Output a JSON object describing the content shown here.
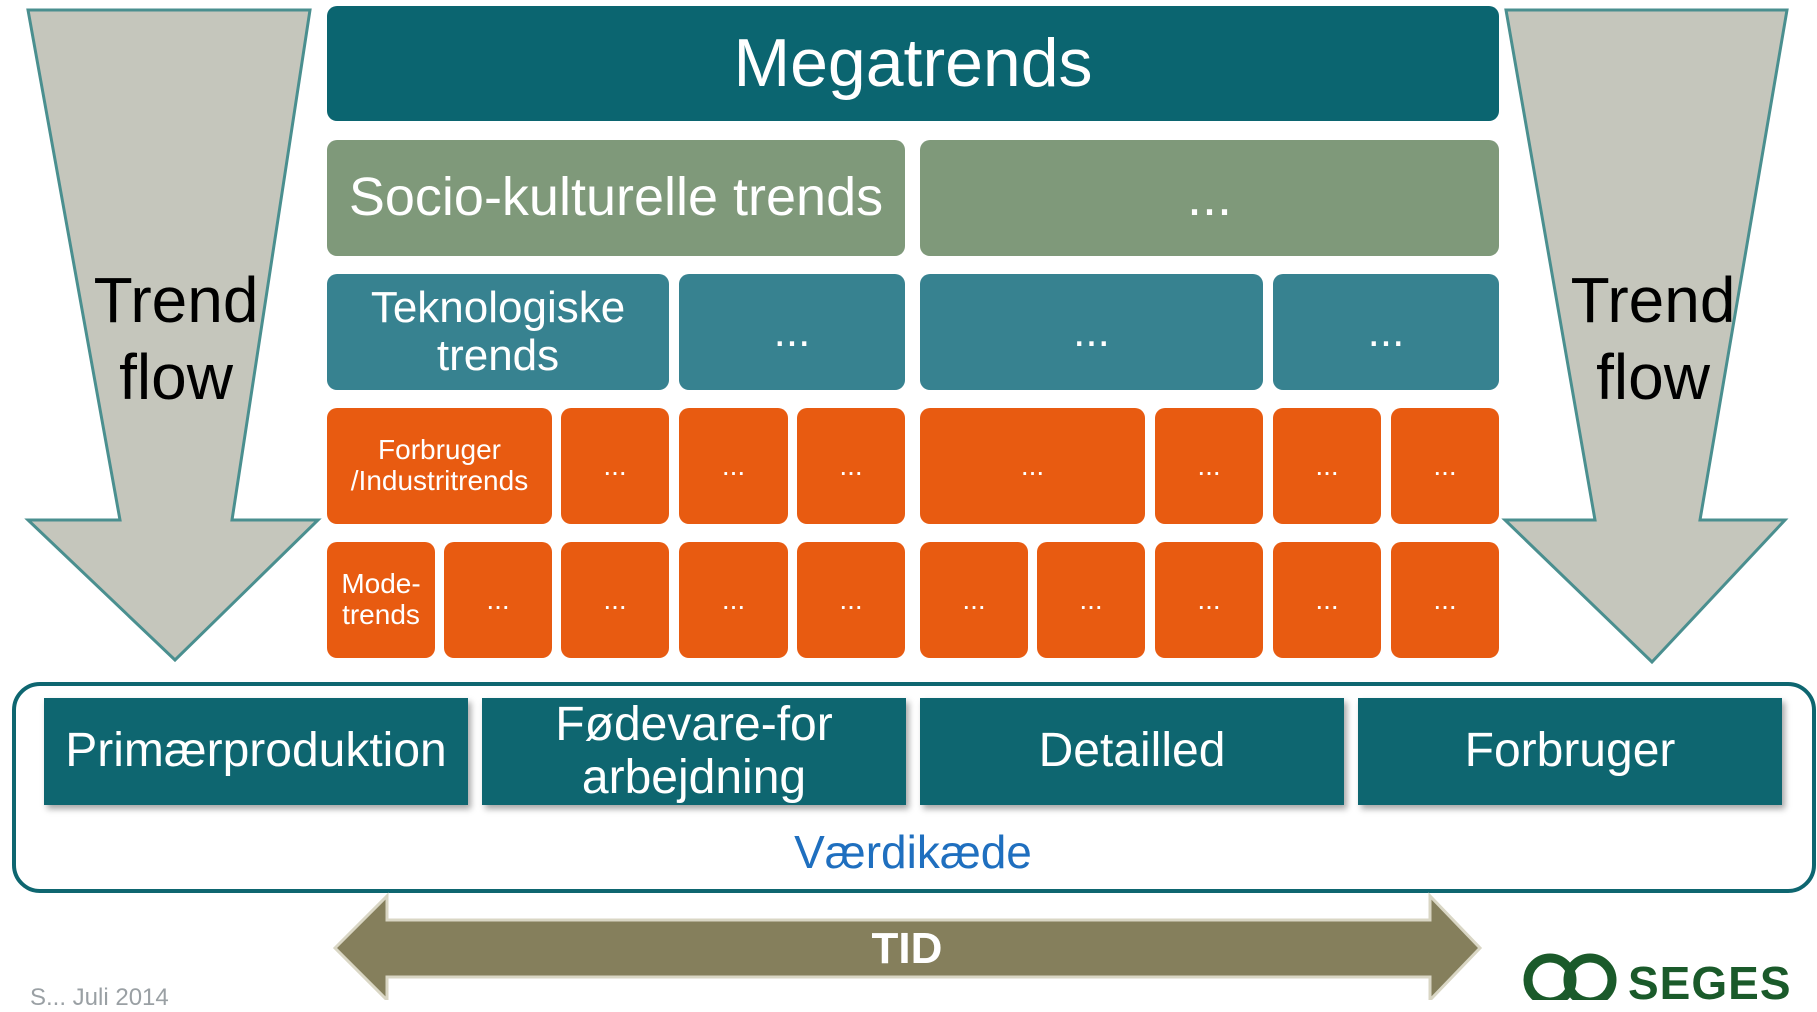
{
  "megatrends": {
    "label": "Megatrends"
  },
  "socio": {
    "label": "Socio-kulturelle trends",
    "other": "..."
  },
  "tech": {
    "label": "Teknologiske trends",
    "others": [
      "...",
      "...",
      "..."
    ]
  },
  "consumer": {
    "label": "Forbruger /Industritrends",
    "others": [
      "...",
      "...",
      "...",
      "...",
      "...",
      "...",
      "..."
    ]
  },
  "mode": {
    "label": "Mode- trends",
    "others": [
      "...",
      "...",
      "...",
      "...",
      "...",
      "...",
      "...",
      "...",
      "..."
    ]
  },
  "trend_flow": {
    "left": "Trend flow",
    "right": "Trend flow"
  },
  "value_chain": {
    "label": "Værdikæde",
    "stages": [
      "Primærproduktion",
      "Fødevare-forarbejdning",
      "Detailled",
      "Forbruger"
    ]
  },
  "time_arrow": {
    "label": "TID"
  },
  "footer": {
    "text": "S... Juli 2014"
  },
  "logo": {
    "name": "SEGES"
  },
  "colors": {
    "megatrend": "#0b6570",
    "socio": "#7f997a",
    "tech": "#378290",
    "consumer": "#e85b11",
    "chain": "#0e6670",
    "arrow_gray": "#c5c6bc",
    "arrow_border": "#4a8f8f",
    "tid_arrow": "#857f5c"
  }
}
